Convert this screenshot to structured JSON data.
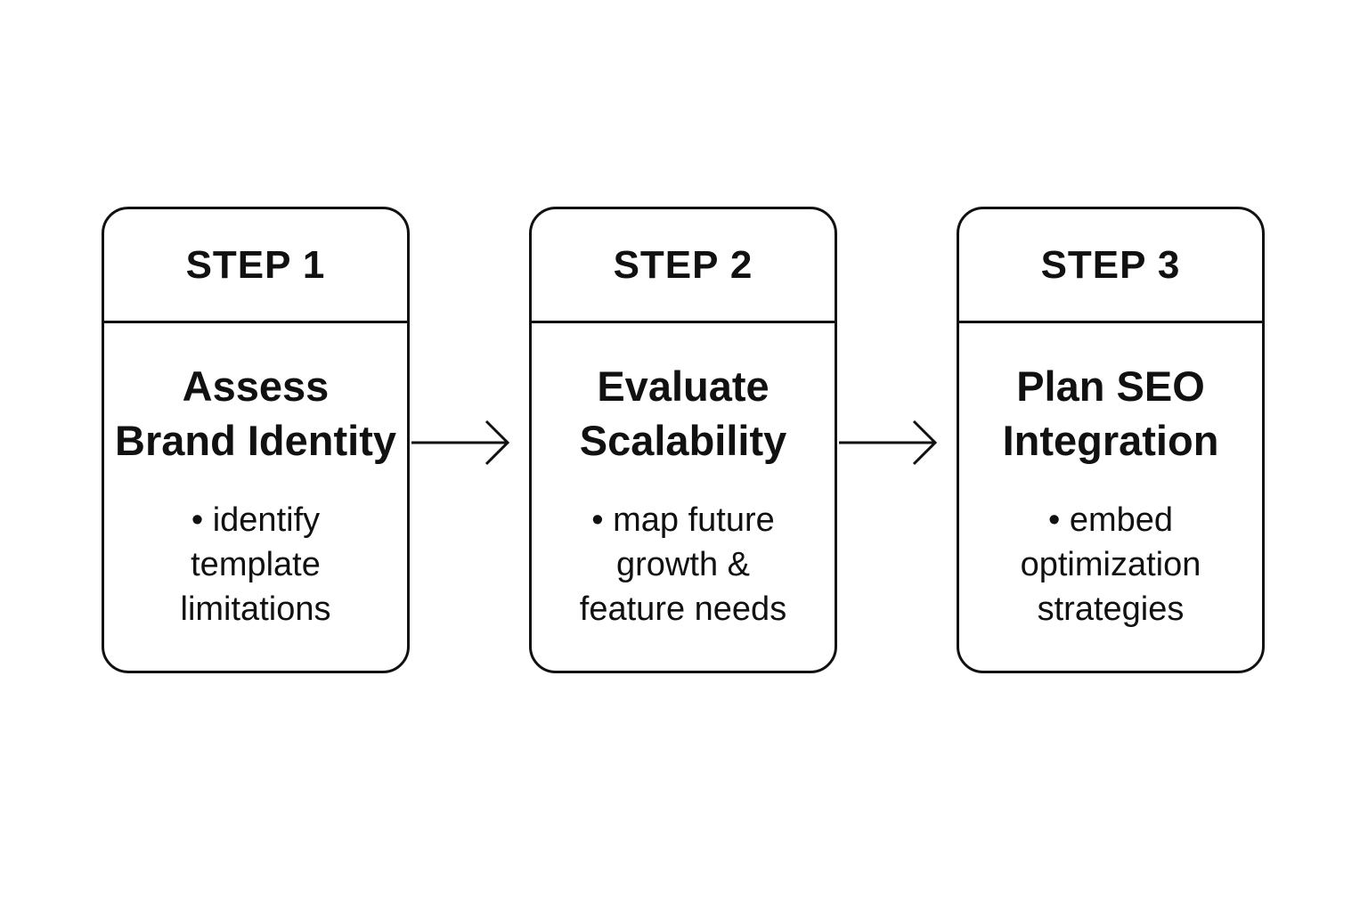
{
  "steps": [
    {
      "label": "STEP 1",
      "title_lines": [
        "Assess",
        "Brand Identity"
      ],
      "bullet_lines": [
        "• identify",
        "template",
        "limitations"
      ]
    },
    {
      "label": "STEP 2",
      "title_lines": [
        "Evaluate",
        "Scalability"
      ],
      "bullet_lines": [
        "• map future",
        "growth &",
        "feature needs"
      ]
    },
    {
      "label": "STEP 3",
      "title_lines": [
        "Plan SEO",
        "Integration"
      ],
      "bullet_lines": [
        "• embed",
        "optimization",
        "strategies"
      ]
    }
  ],
  "colors": {
    "stroke": "#111111",
    "background": "#ffffff"
  },
  "icons": {
    "connector": "arrow-right-icon"
  }
}
